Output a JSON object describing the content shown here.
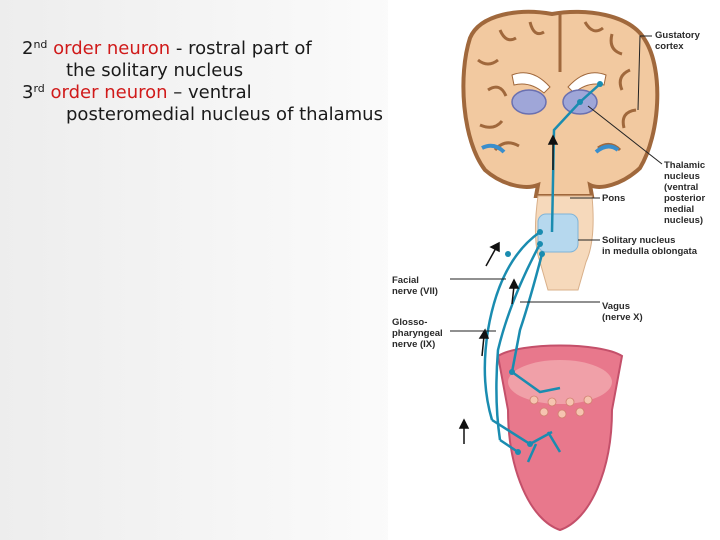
{
  "text": {
    "line1": {
      "num": "2",
      "sup": "nd",
      "red": " order neuron",
      "rest": " - rostral part of"
    },
    "line2": "the solitary nucleus",
    "line3": {
      "num": "3",
      "sup": "rd",
      "red": " order neuron",
      "rest": " – ventral"
    },
    "line4": "posteromedial nucleus of thalamus"
  },
  "figure": {
    "labels": {
      "gustatory_1": "Gustatory",
      "gustatory_2": "cortex",
      "thalamic_1": "Thalamic",
      "thalamic_2": "nucleus",
      "thalamic_3": "(ventral",
      "thalamic_4": "posterior",
      "thalamic_5": "medial",
      "thalamic_6": "nucleus)",
      "pons": "Pons",
      "solitary_1": "Solitary nucleus",
      "solitary_2": "in medulla oblongata",
      "facial_1": "Facial",
      "facial_2": "nerve (VII)",
      "vagus_1": "Vagus",
      "vagus_2": "(nerve X)",
      "glosso_1": "Glosso-",
      "glosso_2": "pharyngeal",
      "glosso_3": "nerve (IX)"
    }
  },
  "colors": {
    "highlight": "#d01a1a",
    "pathway": "#1a8cb0",
    "brain": "#f2c9a0",
    "cortex": "#a0683c",
    "thalamus": "#9fa6d8",
    "tongue": "#e8788c"
  }
}
